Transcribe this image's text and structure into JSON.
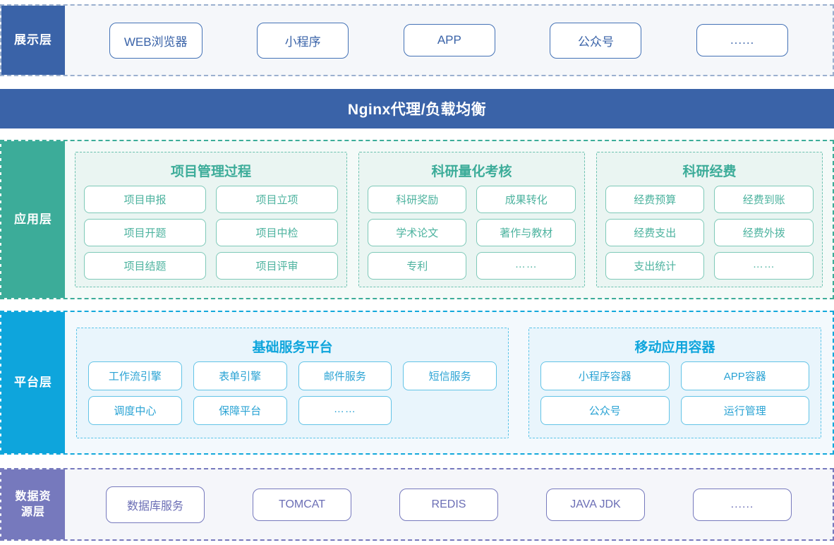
{
  "layers": {
    "presentation": {
      "tab_label": "展示层",
      "tab_color": "#3a63a8",
      "items": [
        {
          "label": "WEB浏览器"
        },
        {
          "label": "小程序"
        },
        {
          "label": "APP"
        },
        {
          "label": "公众号"
        },
        {
          "label": "......"
        }
      ]
    },
    "nginx": {
      "label": "Nginx代理/负载均衡",
      "bar_color": "#3a63a8",
      "text_color": "#ffffff"
    },
    "application": {
      "tab_label": "应用层",
      "tab_color": "#3cac99",
      "groups": [
        {
          "title": "项目管理过程",
          "items": [
            "项目申报",
            "项目立项",
            "项目开题",
            "项目中检",
            "项目结题",
            "项目评审"
          ]
        },
        {
          "title": "科研量化考核",
          "items": [
            "科研奖励",
            "成果转化",
            "学术论文",
            "著作与教材",
            "专利",
            "……"
          ]
        },
        {
          "title": "科研经费",
          "items": [
            "经费预算",
            "经费到账",
            "经费支出",
            "经费外拨",
            "支出统计",
            "……"
          ]
        }
      ]
    },
    "platform": {
      "tab_label": "平台层",
      "tab_color": "#0ea5dc",
      "groups": [
        {
          "title": "基础服务平台",
          "row1": [
            "工作流引擎",
            "表单引擎",
            "邮件服务",
            "短信服务"
          ],
          "row2": [
            "调度中心",
            "保障平台",
            "……"
          ]
        },
        {
          "title": "移动应用容器",
          "row1": [
            "小程序容器",
            "APP容器"
          ],
          "row2": [
            "公众号",
            "运行管理"
          ]
        }
      ]
    },
    "data": {
      "tab_label": "数据资\n源层",
      "tab_line1": "数据资",
      "tab_line2": "源层",
      "tab_color": "#7679bd",
      "items": [
        {
          "label": "数据库服务"
        },
        {
          "label": "TOMCAT"
        },
        {
          "label": "REDIS"
        },
        {
          "label": "JAVA JDK"
        },
        {
          "label": "......"
        }
      ]
    }
  }
}
